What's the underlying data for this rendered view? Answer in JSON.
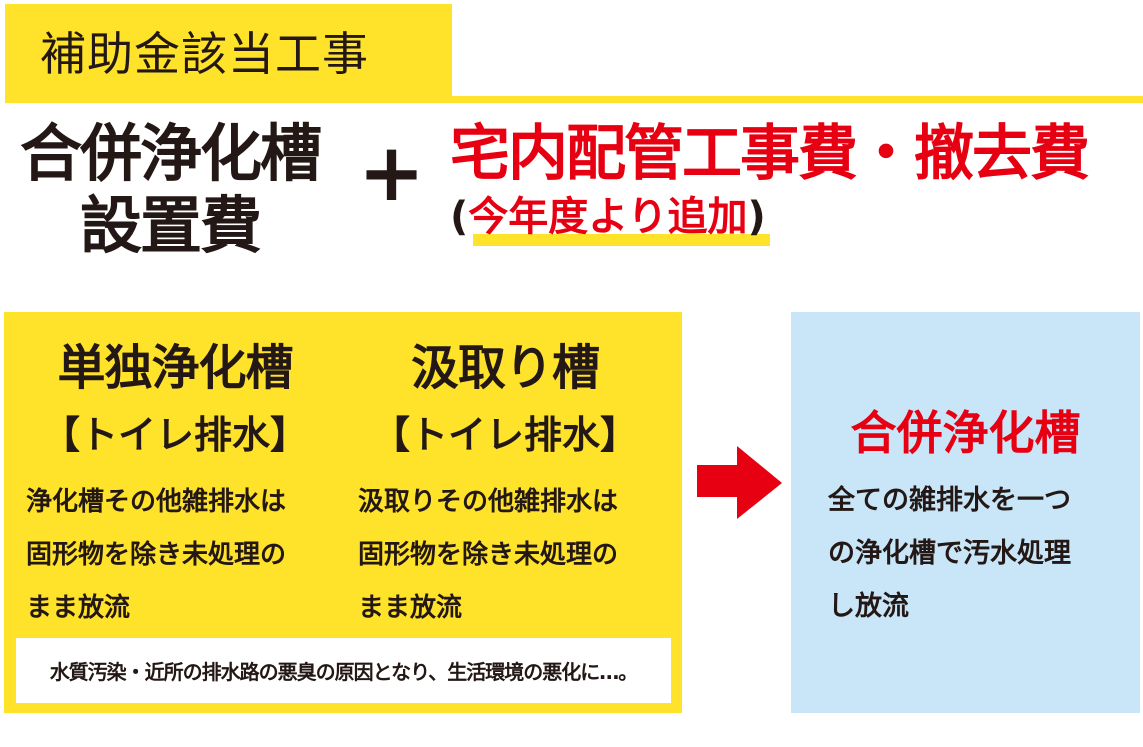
{
  "colors": {
    "yellow": "#FFE22A",
    "red": "#E60012",
    "blue": "#C8E6F8",
    "text": "#231815"
  },
  "header": {
    "title": "補助金該当工事"
  },
  "formula": {
    "left_line1": "合併浄化槽",
    "left_line2": "設置費",
    "plus_symbol": "+",
    "right_main": "宅内配管工事費・撤去費",
    "right_sub_open": "(",
    "right_sub_highlight": "今年度より追加",
    "right_sub_close": ")"
  },
  "before_panel": {
    "columns": [
      {
        "title": "単独浄化槽",
        "subtitle": "【トイレ排水】",
        "body_lines": [
          "浄化槽その他雑排水は",
          "固形物を除き未処理の",
          "まま放流"
        ]
      },
      {
        "title": "汲取り槽",
        "subtitle": "【トイレ排水】",
        "body_lines": [
          "汲取りその他雑排水は",
          "固形物を除き未処理の",
          "まま放流"
        ]
      }
    ],
    "note": "水質汚染・近所の排水路の悪臭の原因となり、生活環境の悪化に…。"
  },
  "arrow": {
    "icon": "arrow-right-icon"
  },
  "after_panel": {
    "title": "合併浄化槽",
    "body_lines": [
      "全ての雑排水を一つ",
      "の浄化槽で汚水処理",
      "し放流"
    ]
  }
}
